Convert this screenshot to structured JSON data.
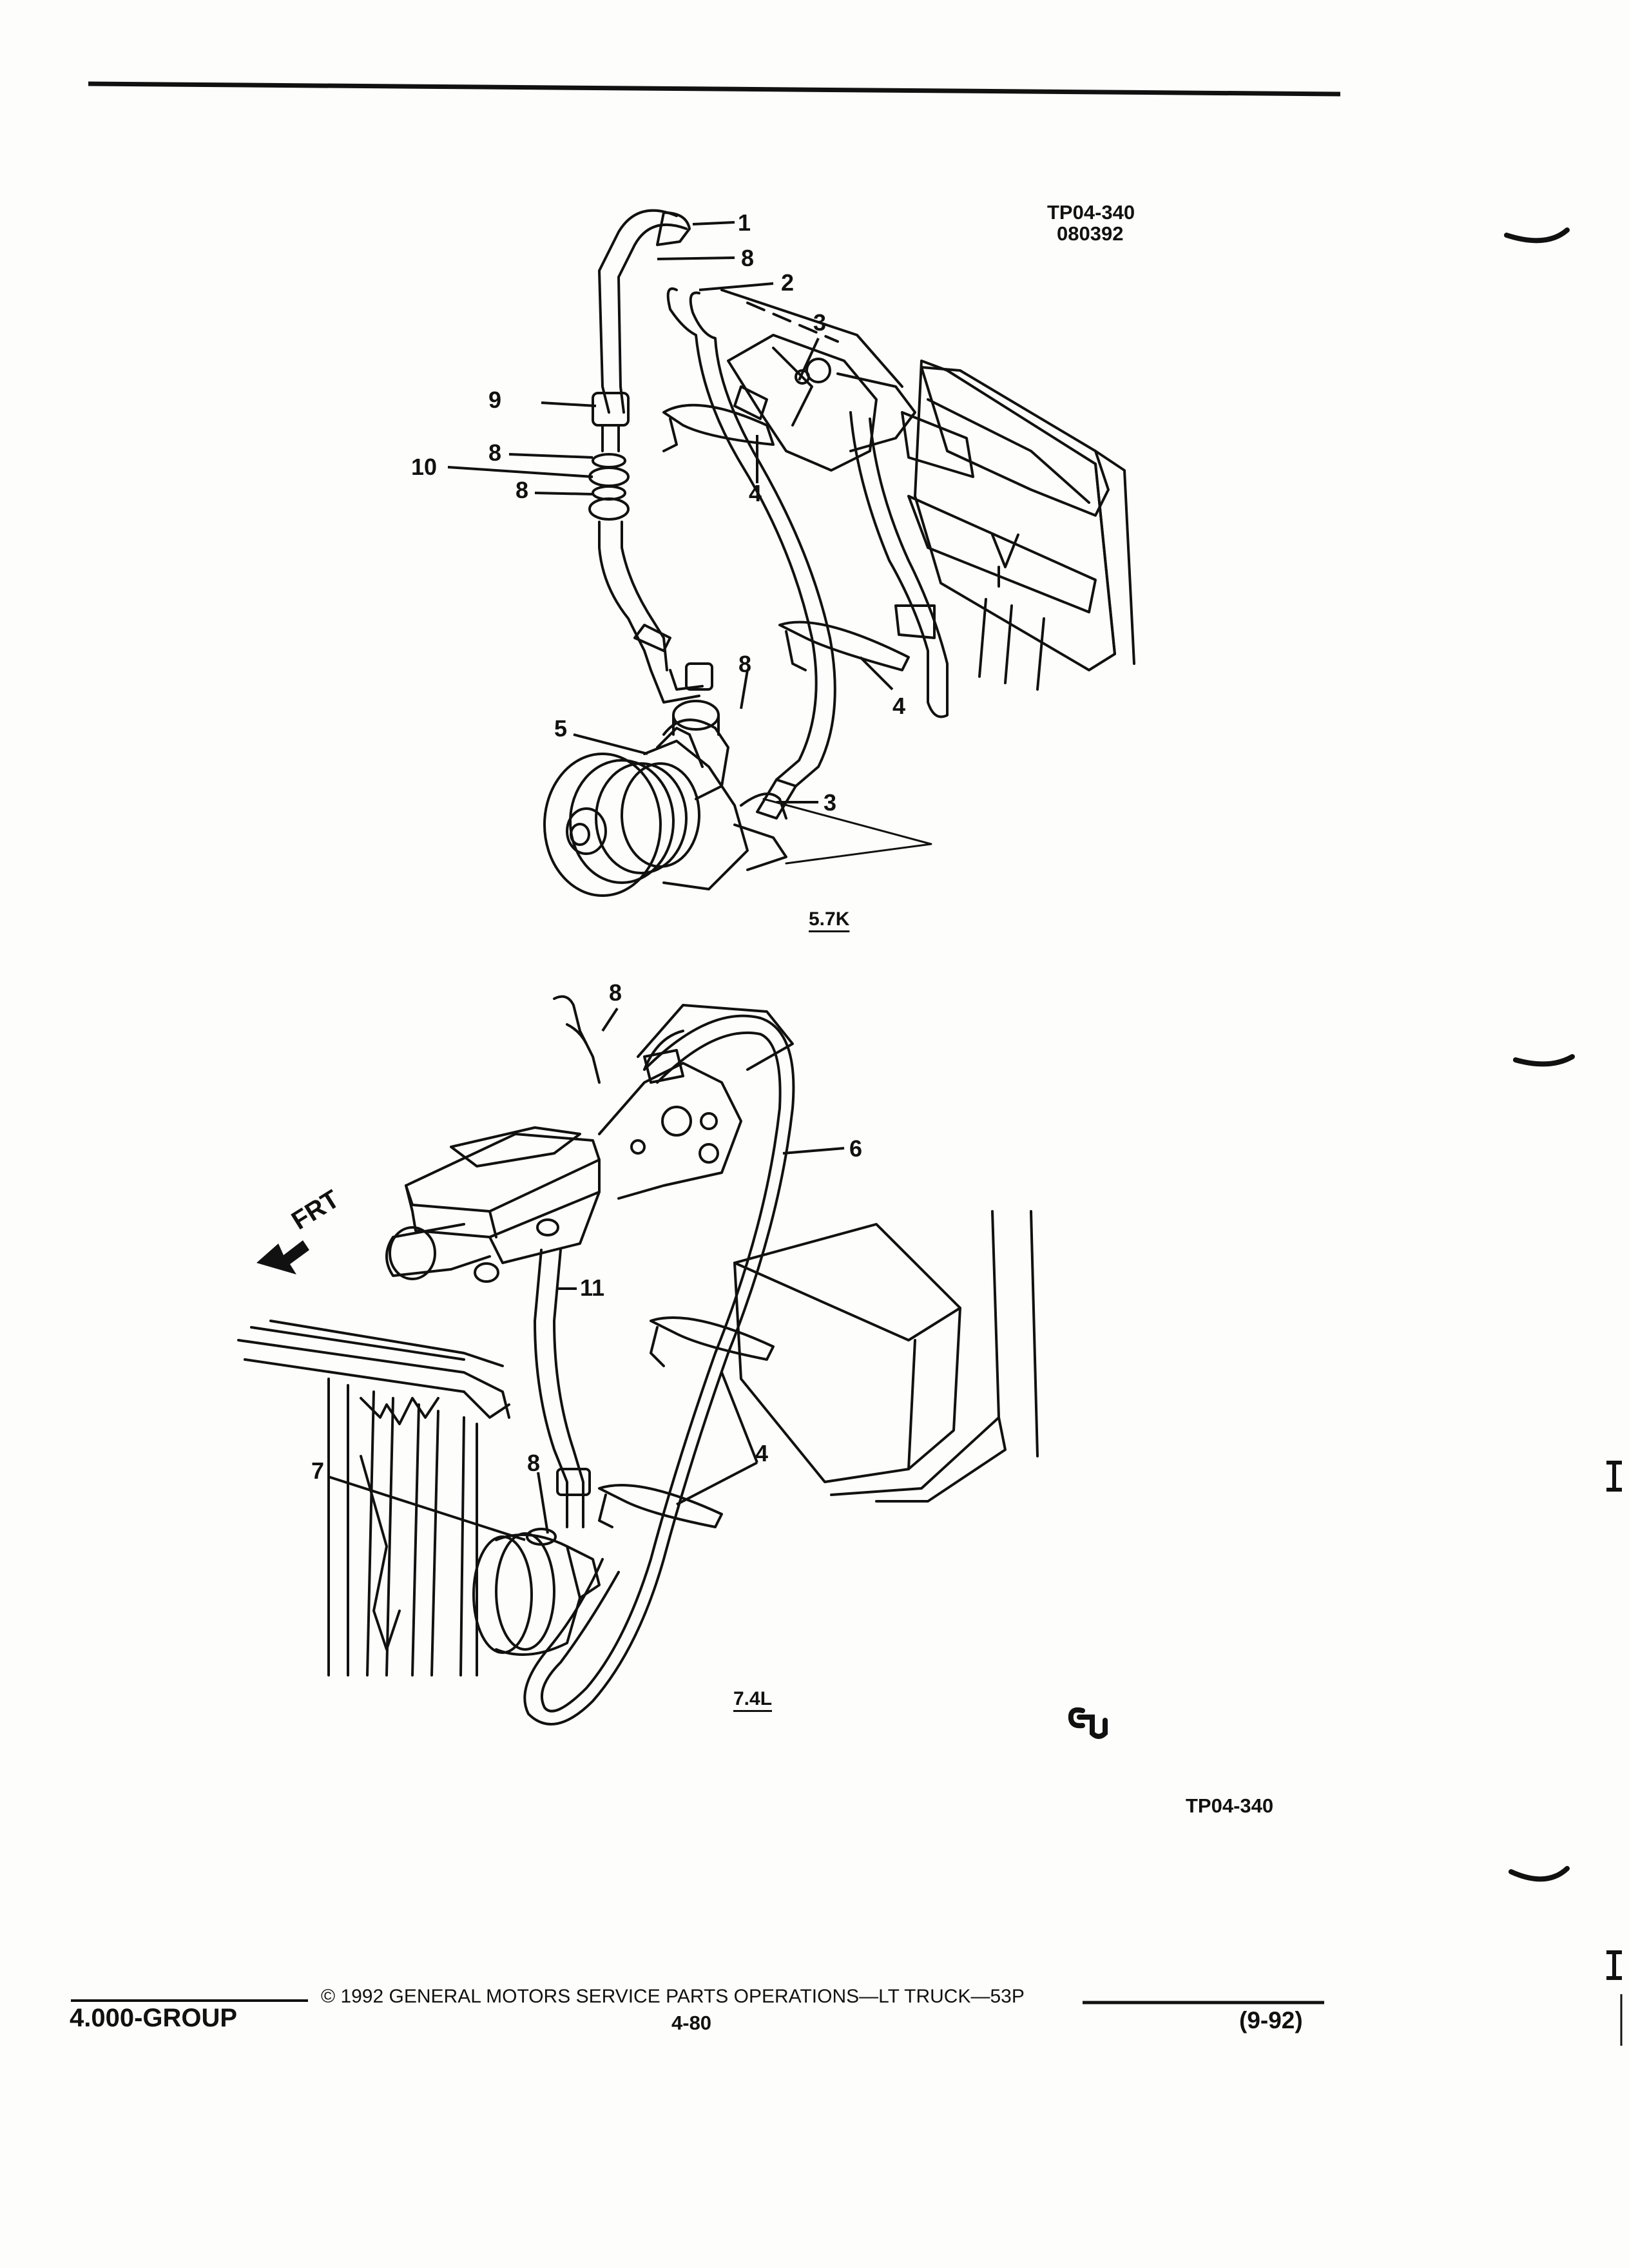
{
  "figure": {
    "ref_id": "TP04-340",
    "ref_date": "080392",
    "footer_ref": "TP04-340",
    "view_upper_caption": "5.7K",
    "view_lower_caption": "7.4L",
    "frt_label": "FRT",
    "callouts_upper": [
      "1",
      "8",
      "2",
      "3",
      "9",
      "8",
      "10",
      "8",
      "4",
      "8",
      "4",
      "5",
      "3"
    ],
    "callouts_lower": [
      "8",
      "6",
      "11",
      "7",
      "8",
      "4"
    ]
  },
  "footer": {
    "group": "4.000-GROUP",
    "copyright": "© 1992 GENERAL MOTORS SERVICE PARTS OPERATIONS—LT TRUCK—53P",
    "page_number": "4-80",
    "revision": "(9-92)"
  },
  "colors": {
    "ink": "#111111",
    "paper": "#fdfdfb"
  },
  "icons": [
    "front-direction-arrow-icon",
    "publisher-mark-icon"
  ]
}
